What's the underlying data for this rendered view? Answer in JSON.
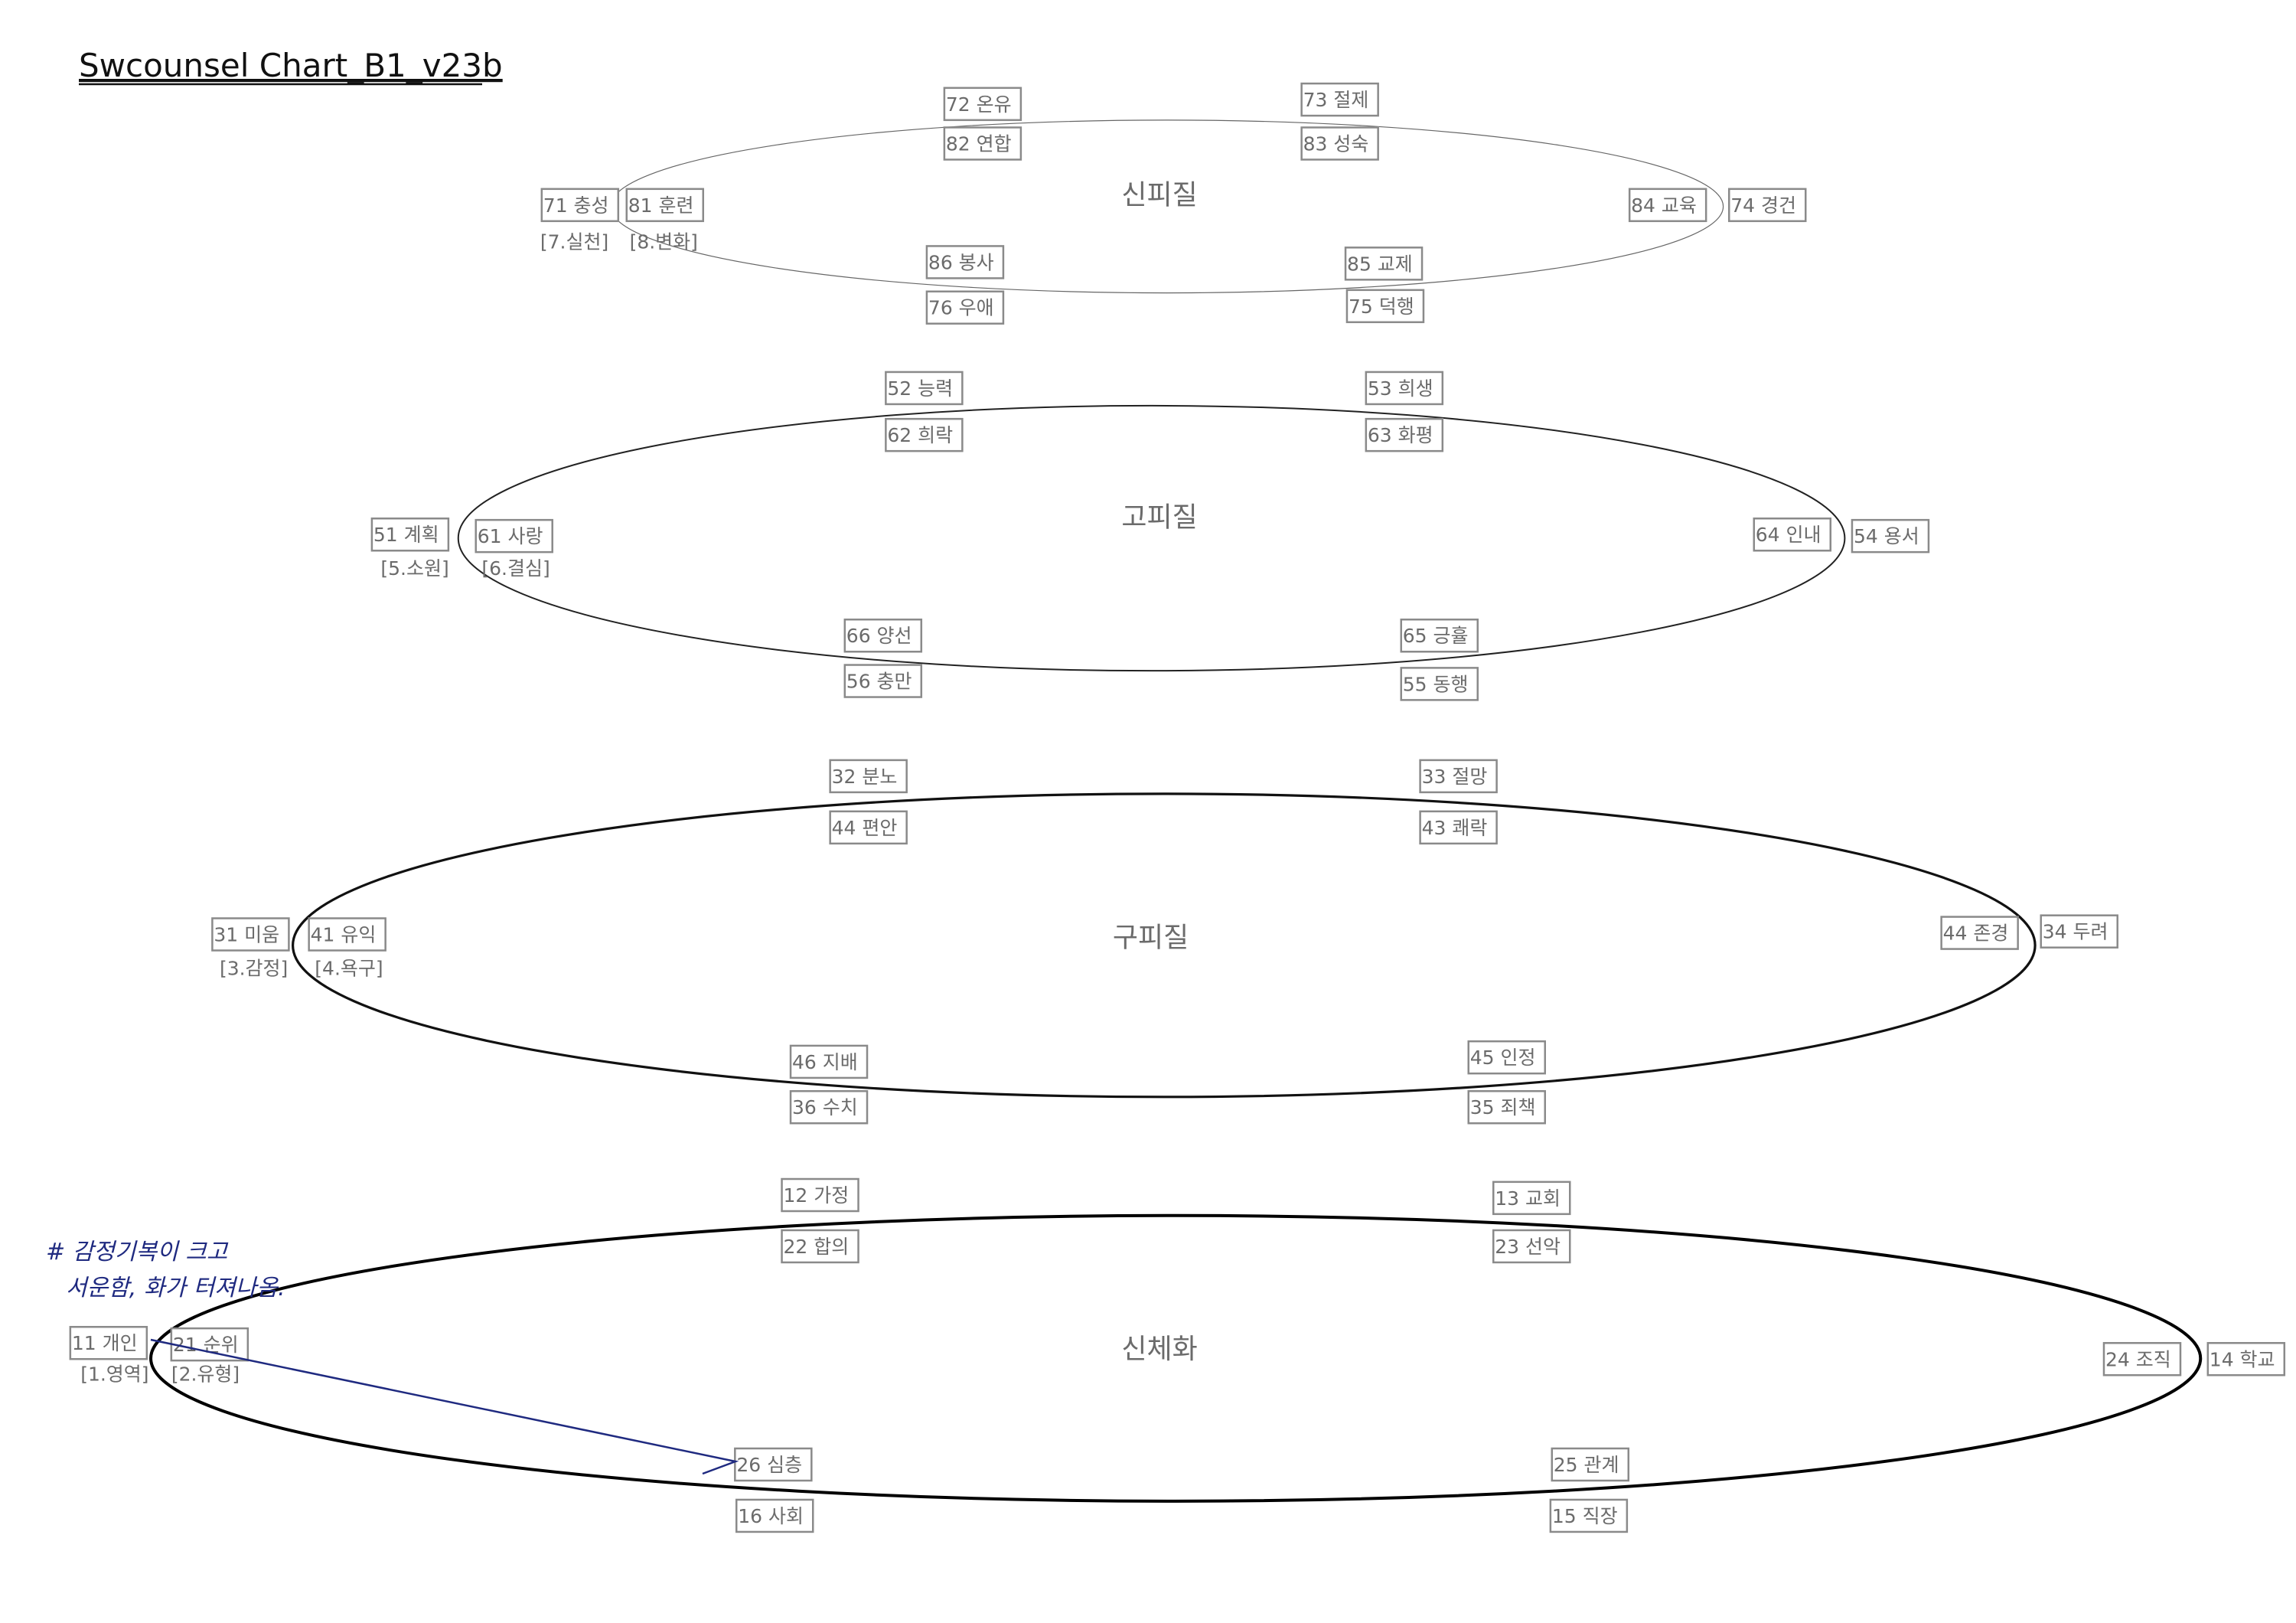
{
  "title": "Swcounsel Chart_B1_v23b",
  "annotation": {
    "line1": "# 감정기복이 크고",
    "line2": "서운함, 화가 터져나옴.",
    "color": "#1f2a80"
  },
  "layers": [
    {
      "name": "신피질",
      "tags": [
        "[7.실천]",
        "[8.변화]"
      ],
      "nodes": [
        "72 온유",
        "73 절제",
        "82 연합",
        "83 성숙",
        "71 충성",
        "81 훈련",
        "84 교육",
        "74 경건",
        "86 봉사",
        "85 교제",
        "76 우애",
        "75 덕행"
      ]
    },
    {
      "name": "고피질",
      "tags": [
        "[5.소원]",
        "[6.결심]"
      ],
      "nodes": [
        "52 능력",
        "53 희생",
        "62 희락",
        "63 화평",
        "51 계획",
        "61 사랑",
        "64 인내",
        "54 용서",
        "66 양선",
        "65 긍휼",
        "56 충만",
        "55 동행"
      ]
    },
    {
      "name": "구피질",
      "tags": [
        "[3.감정]",
        "[4.욕구]"
      ],
      "nodes": [
        "32 분노",
        "33 절망",
        "44 편안",
        "43 쾌락",
        "31 미움",
        "41 유익",
        "44 존경",
        "34 두려",
        "46 지배",
        "45 인정",
        "36 수치",
        "35 죄책"
      ]
    },
    {
      "name": "신체화",
      "tags": [
        "[1.영역]",
        "[2.유형]"
      ],
      "nodes": [
        "12 가정",
        "13 교회",
        "22 합의",
        "23 선악",
        "11 개인",
        "21 순위",
        "24 조직",
        "14 학교",
        "26 심층",
        "25 관계",
        "16 사회",
        "15 직장"
      ]
    }
  ]
}
